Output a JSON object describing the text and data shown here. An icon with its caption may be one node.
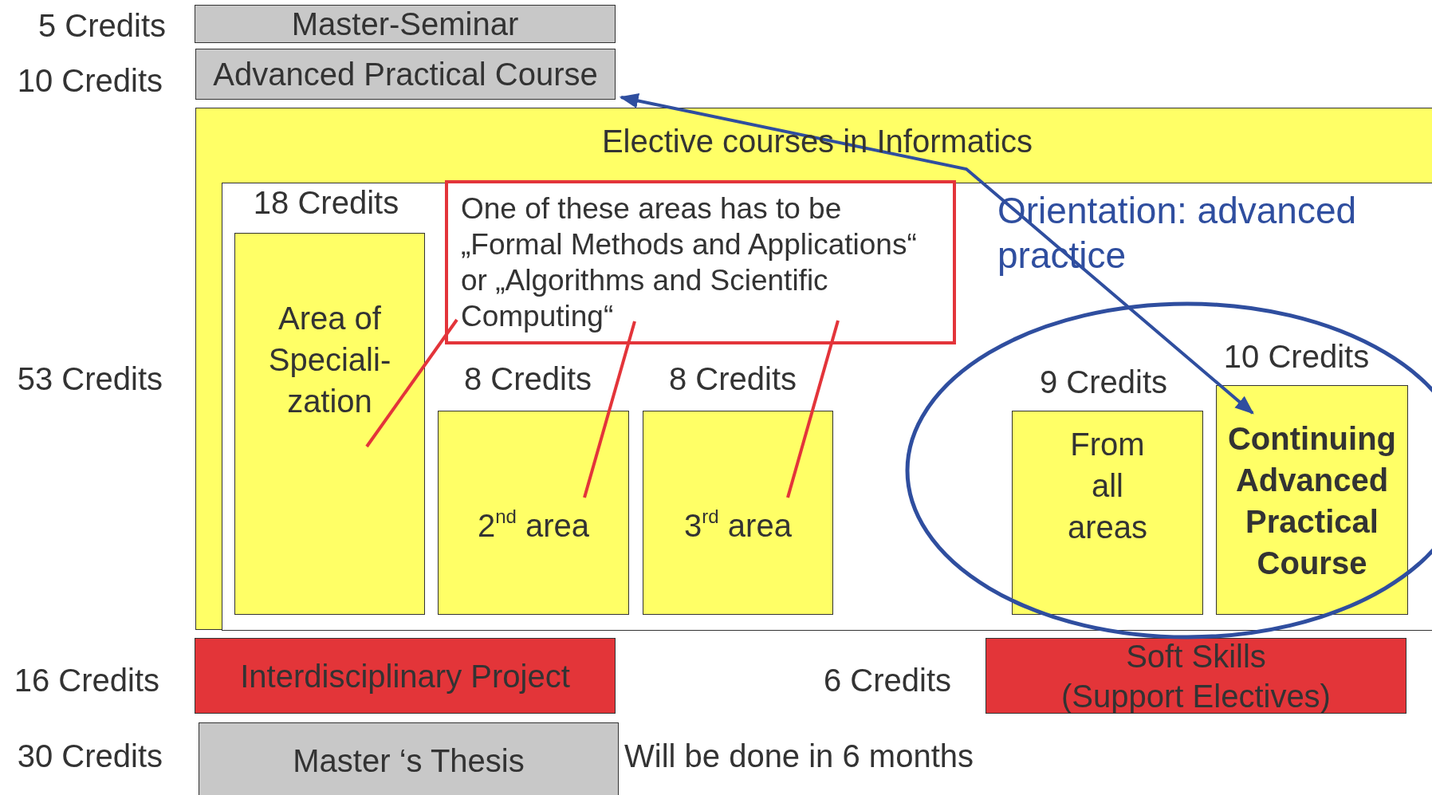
{
  "diagram": {
    "nodes": [
      {
        "text": [
          "Master-Seminar"
        ],
        "beside": [
          "5 Credits"
        ]
      },
      {
        "text": [
          "Advanced Practical Course"
        ],
        "beside": [
          "10 Credits"
        ]
      },
      {
        "text": [
          "Elective courses in Informatics"
        ],
        "beside": [
          "53 Credits"
        ]
      },
      {
        "text": [],
        "shape": "box",
        "in": 2
      },
      {
        "text": [
          "One of these areas has to be „Formal Methods and Applications“ or „Algorithms and Scientific Computing“"
        ],
        "in": 3
      },
      {
        "text": [
          "Area of Speciali- zation"
        ],
        "beside": [
          "18 Credits"
        ],
        "in": 3
      },
      {
        "text": [
          "2$^{nd}$ area"
        ],
        "beside": [
          "8 Credits"
        ],
        "in": 3
      },
      {
        "text": [
          "3$^{rd}$ area"
        ],
        "beside": [
          "8 Credits"
        ],
        "in": 3
      },
      {
        "text": [
          "From all areas"
        ],
        "beside": [
          "9 Credits"
        ],
        "in": 3
      },
      {
        "text": [
          "Continuing Advanced Practical Course"
        ],
        "beside": [
          "10 Credits"
        ],
        "in": 3
      },
      {
        "text": [
          "Interdisciplinary Project"
        ],
        "beside": [
          "16 Credits"
        ]
      },
      {
        "text": [
          "Soft Skills",
          "(Support Electives)"
        ],
        "beside": [
          "6 Credits"
        ]
      },
      {
        "text": [
          "Master ‘s Thesis"
        ],
        "beside": [
          "30 Credits",
          "Will be done in 6 months"
        ]
      }
    ],
    "edges": [
      {
        "from": 4,
        "to": 5,
        "arrow": "none"
      },
      {
        "from": 4,
        "to": 6,
        "arrow": "none"
      },
      {
        "from": 4,
        "to": 7,
        "arrow": "none"
      },
      {
        "from": 9,
        "to": 1,
        "arrow": "both",
        "color": "#2f4e9f"
      }
    ],
    "labels": [
      "Orientation: advanced practice"
    ]
  }
}
